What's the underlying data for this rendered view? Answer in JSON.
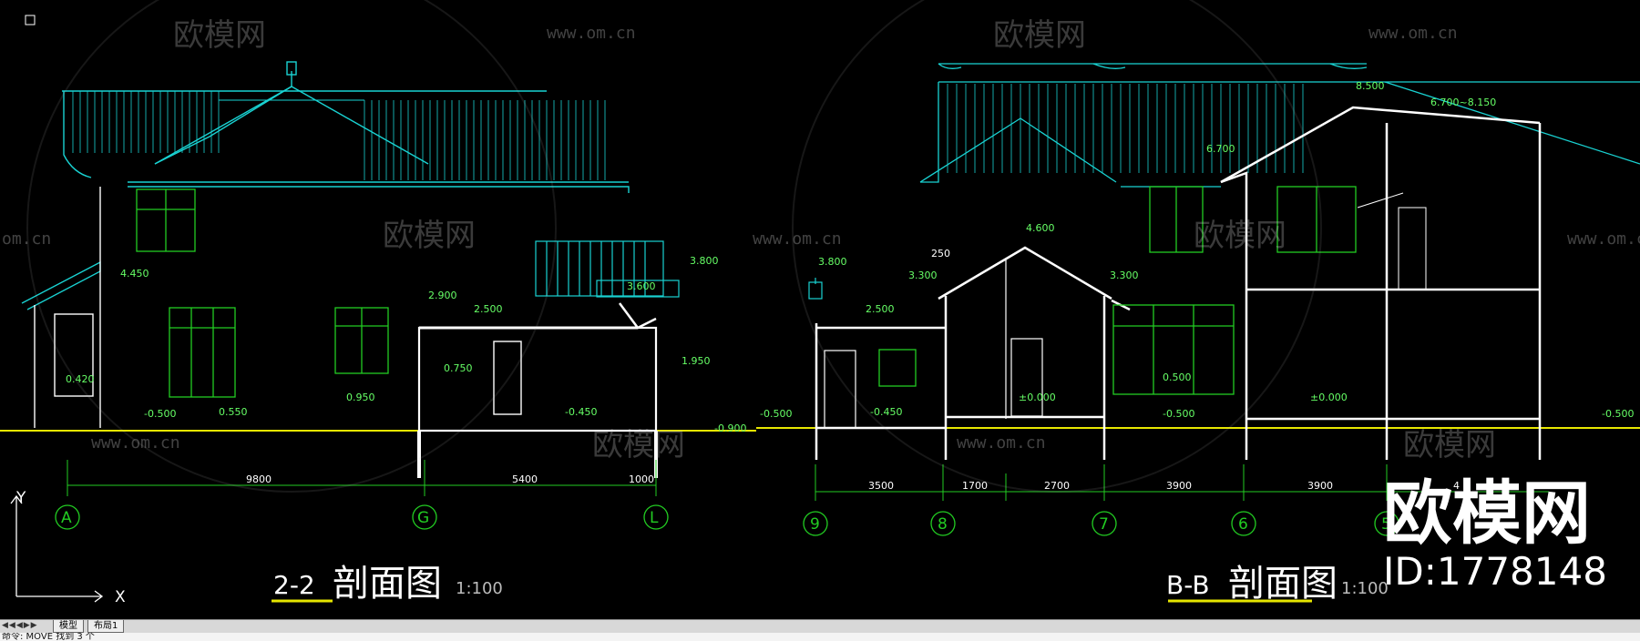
{
  "watermarks": {
    "brand": "欧模网",
    "url": "www.om.cn",
    "url_partial": "om.cn",
    "big_brand": "欧模网",
    "id_label": "ID:1778148"
  },
  "left_section": {
    "title_prefix": "2-2",
    "title_main": "剖面图",
    "scale": "1:100",
    "axis_labels": [
      "A",
      "G",
      "L"
    ],
    "dimensions": [
      "9800",
      "5400",
      "1000"
    ],
    "elevations": [
      "4.450",
      "0.420",
      "-0.500",
      "0.550",
      "0.950",
      "2.900",
      "2.500",
      "0.750",
      "-0.450",
      "-0.900",
      "3.800",
      "3.600",
      "1.950"
    ]
  },
  "right_section": {
    "title_prefix": "B-B",
    "title_main": "剖面图",
    "scale": "1:100",
    "axis_labels": [
      "9",
      "8",
      "7",
      "6",
      "5"
    ],
    "dimensions": [
      "3500",
      "1700",
      "2700",
      "3900",
      "3900",
      "4"
    ],
    "elevations": [
      "8.500",
      "6.700~8.150",
      "6.700",
      "4.600",
      "250",
      "3.800",
      "3.300",
      "3.300",
      "2.500",
      "-0.500",
      "-0.450",
      "±0.000",
      "0.500",
      "-0.500",
      "±0.000",
      "-0.500"
    ]
  },
  "ucs": {
    "x": "X",
    "y": "Y"
  },
  "tabs": {
    "model": "模型",
    "layout1": "布局1"
  },
  "command_line": "命令: MOVE 找到 3 个",
  "colors": {
    "roof": "#19d3d3",
    "window": "#22cc22",
    "wall": "#ffffff",
    "ground": "#e6e600",
    "dim": "#22cc22",
    "text": "#66ff66"
  }
}
